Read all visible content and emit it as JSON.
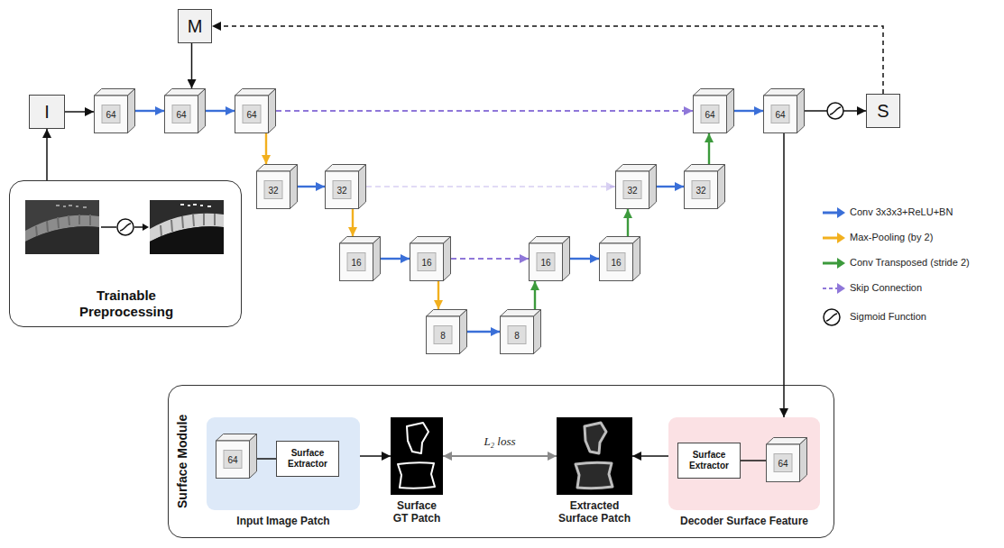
{
  "diagram": {
    "nodes": [
      {
        "text": [
          "M"
        ]
      },
      {
        "text": [
          "I"
        ]
      },
      {
        "text": [
          "64"
        ]
      },
      {
        "text": [
          "64"
        ]
      },
      {
        "text": [
          "64"
        ]
      },
      {
        "text": [
          "64"
        ]
      },
      {
        "text": [
          "64"
        ]
      },
      {
        "text": [
          "S"
        ]
      },
      {
        "text": [
          "32"
        ]
      },
      {
        "text": [
          "32"
        ]
      },
      {
        "text": [
          "32"
        ]
      },
      {
        "text": [
          "32"
        ]
      },
      {
        "text": [
          "16"
        ]
      },
      {
        "text": [
          "16"
        ]
      },
      {
        "text": [
          "16"
        ]
      },
      {
        "text": [
          "16"
        ]
      },
      {
        "text": [
          "8"
        ]
      },
      {
        "text": [
          "8"
        ]
      },
      {
        "text": [
          "Trainable Preprocessing"
        ]
      },
      {
        "text": [
          "Surface Module"
        ]
      },
      {
        "text": [
          "Input Image Patch"
        ],
        "in": 19
      },
      {
        "text": [
          "64"
        ],
        "in": 20
      },
      {
        "text": [
          "Surface Extractor"
        ],
        "in": 20
      },
      {
        "text": [
          "Surface GT Patch"
        ],
        "in": 19
      },
      {
        "text": [
          "Extracted Surface Patch"
        ],
        "in": 19
      },
      {
        "text": [
          "Decoder Surface Feature"
        ],
        "in": 19
      },
      {
        "text": [
          "Surface Extractor"
        ],
        "in": 25
      },
      {
        "text": [
          "64"
        ],
        "in": 25
      }
    ],
    "edges": [
      {
        "from": 1,
        "to": 2,
        "arrow": "to"
      },
      {
        "from": 2,
        "to": 3,
        "arrow": "to"
      },
      {
        "from": 0,
        "to": 3,
        "arrow": "to"
      },
      {
        "from": 3,
        "to": 4,
        "arrow": "to"
      },
      {
        "from": 4,
        "to": 5,
        "arrow": "to"
      },
      {
        "from": 5,
        "to": 6,
        "arrow": "to"
      },
      {
        "from": 6,
        "to": 7,
        "arrow": "to"
      },
      {
        "from": 7,
        "to": 0,
        "arrow": "to"
      },
      {
        "from": 4,
        "to": 8,
        "arrow": "to"
      },
      {
        "from": 8,
        "to": 9,
        "arrow": "to"
      },
      {
        "from": 9,
        "to": 10,
        "arrow": "to"
      },
      {
        "from": 10,
        "to": 11,
        "arrow": "to"
      },
      {
        "from": 9,
        "to": 12,
        "arrow": "to"
      },
      {
        "from": 12,
        "to": 13,
        "arrow": "to"
      },
      {
        "from": 13,
        "to": 14,
        "arrow": "to"
      },
      {
        "from": 14,
        "to": 15,
        "arrow": "to"
      },
      {
        "from": 15,
        "to": 10,
        "arrow": "to"
      },
      {
        "from": 11,
        "to": 5,
        "arrow": "to"
      },
      {
        "from": 13,
        "to": 16,
        "arrow": "to"
      },
      {
        "from": 16,
        "to": 17,
        "arrow": "to"
      },
      {
        "from": 17,
        "to": 14,
        "arrow": "to"
      },
      {
        "from": 18,
        "to": 1,
        "arrow": "to"
      },
      {
        "from": 6,
        "to": 25,
        "arrow": "to"
      },
      {
        "from": 21,
        "to": 22,
        "arrow": "none"
      },
      {
        "from": 20,
        "to": 23,
        "arrow": "to"
      },
      {
        "from": 25,
        "to": 24,
        "arrow": "to"
      },
      {
        "from": 26,
        "to": 27,
        "arrow": "none"
      },
      {
        "from": 23,
        "to": 24,
        "label": "L₂ loss",
        "arrow": "both"
      }
    ],
    "legend": [
      {
        "text": "Conv 3x3x3+ReLU+BN",
        "color": "#3a6fd8"
      },
      {
        "text": "Max-Pooling (by 2)",
        "color": "#f2b01e"
      },
      {
        "text": "Conv Transposed (stride 2)",
        "color": "#3c9a3c"
      },
      {
        "text": "Skip Connection",
        "color": "#8f77d9"
      },
      {
        "text": "Sigmoid Function"
      }
    ]
  }
}
